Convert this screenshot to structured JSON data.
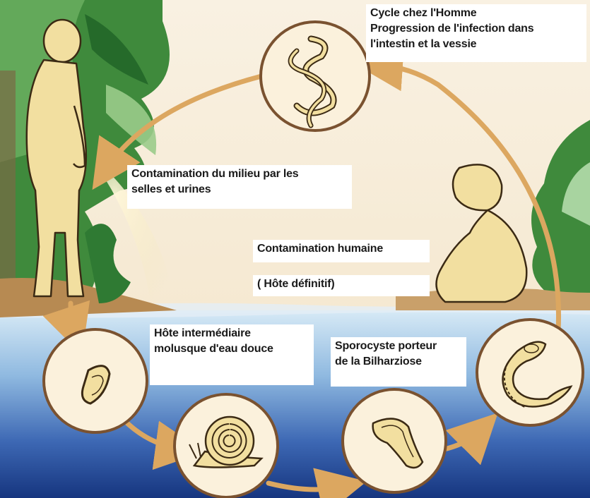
{
  "labels": {
    "human_cycle": "Cycle chez l'Homme\nProgression de l'infection dans\nl'intestin et la vessie",
    "environment_contamination": "Contamination du milieu par les\nselles et urines",
    "human_contamination": "Contamination humaine",
    "definitive_host": "( Hôte définitif)",
    "intermediate_host": "Hôte intermédiaire\nmolusque d'eau douce",
    "sporocyst": "Sporocyste porteur\nde la Bilharziose"
  },
  "colors": {
    "sky": "#f7eddb",
    "water_light": "#cfe4f2",
    "water_dark": "#1c3f8c",
    "arrow": "#dca760",
    "circle_fill": "#fbf1dc",
    "circle_stroke": "#7a5230",
    "figure_fill": "#f2dfa0",
    "figure_stroke": "#3b2a14",
    "plant": "#2f7a33",
    "plant_light": "#8cc28a"
  }
}
